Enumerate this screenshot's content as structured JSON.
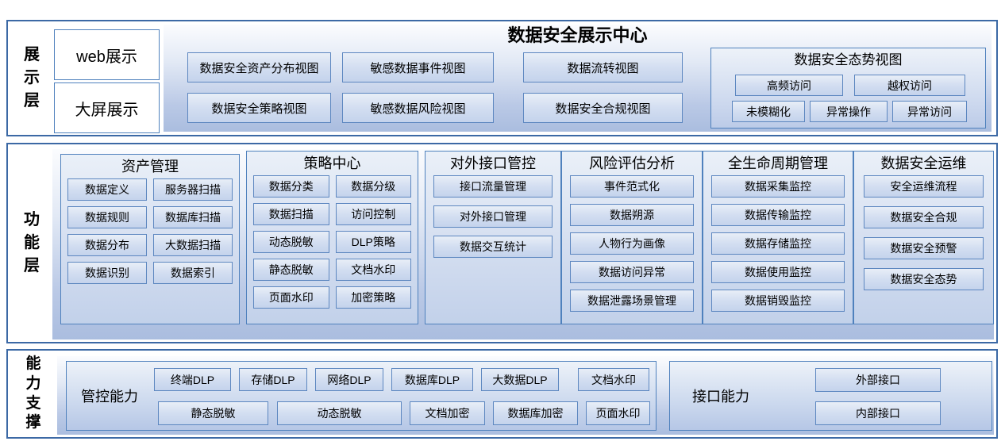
{
  "diagram_title": "数据安全展示中心",
  "colors": {
    "accent_border": "#4f81bd",
    "section_border": "#3c69a5",
    "panel_gradient_top": "#fbfcfe",
    "panel_gradient_bottom": "#aabddf",
    "box_gradient_top": "#e8eef7",
    "box_gradient_bottom": "#c4d3ec",
    "text": "#000000"
  },
  "layers": {
    "display": {
      "label": "展示层",
      "web_box": "web展示",
      "screen_box": "大屏展示",
      "views_row1": [
        "数据安全资产分布视图",
        "敏感数据事件视图",
        "数据流转视图"
      ],
      "views_row2": [
        "数据安全策略视图",
        "敏感数据风险视图",
        "数据安全合规视图"
      ],
      "posture": {
        "title": "数据安全态势视图",
        "row1": [
          "高频访问",
          "越权访问"
        ],
        "row2": [
          "未模糊化",
          "异常操作",
          "异常访问"
        ]
      }
    },
    "function": {
      "label": "功能层",
      "modules": [
        {
          "title": "资产管理",
          "columns": [
            [
              "数据定义",
              "数据规则",
              "数据分布",
              "数据识别"
            ],
            [
              "服务器扫描",
              "数据库扫描",
              "大数据扫描",
              "数据索引"
            ]
          ]
        },
        {
          "title": "策略中心",
          "columns": [
            [
              "数据分类",
              "数据扫描",
              "动态脱敏",
              "静态脱敏",
              "页面水印"
            ],
            [
              "数据分级",
              "访问控制",
              "DLP策略",
              "文档水印",
              "加密策略"
            ]
          ]
        },
        {
          "title": "对外接口管控",
          "items": [
            "接口流量管理",
            "对外接口管理",
            "数据交互统计"
          ]
        },
        {
          "title": "风险评估分析",
          "items": [
            "事件范式化",
            "数据朔源",
            "人物行为画像",
            "数据访问异常",
            "数据泄露场景管理"
          ]
        },
        {
          "title": "全生命周期管理",
          "items": [
            "数据采集监控",
            "数据传输监控",
            "数据存储监控",
            "数据使用监控",
            "数据销毁监控"
          ]
        },
        {
          "title": "数据安全运维",
          "items": [
            "安全运维流程",
            "数据安全合规",
            "数据安全预警",
            "数据安全态势"
          ]
        }
      ]
    },
    "capability": {
      "label": "能力支撑",
      "control": {
        "label": "管控能力",
        "row1": [
          "终端DLP",
          "存储DLP",
          "网络DLP",
          "数据库DLP",
          "大数据DLP",
          "文档水印"
        ],
        "row2": [
          "静态脱敏",
          "动态脱敏",
          "文档加密",
          "数据库加密",
          "页面水印"
        ]
      },
      "interface": {
        "label": "接口能力",
        "items": [
          "外部接口",
          "内部接口"
        ]
      }
    }
  }
}
